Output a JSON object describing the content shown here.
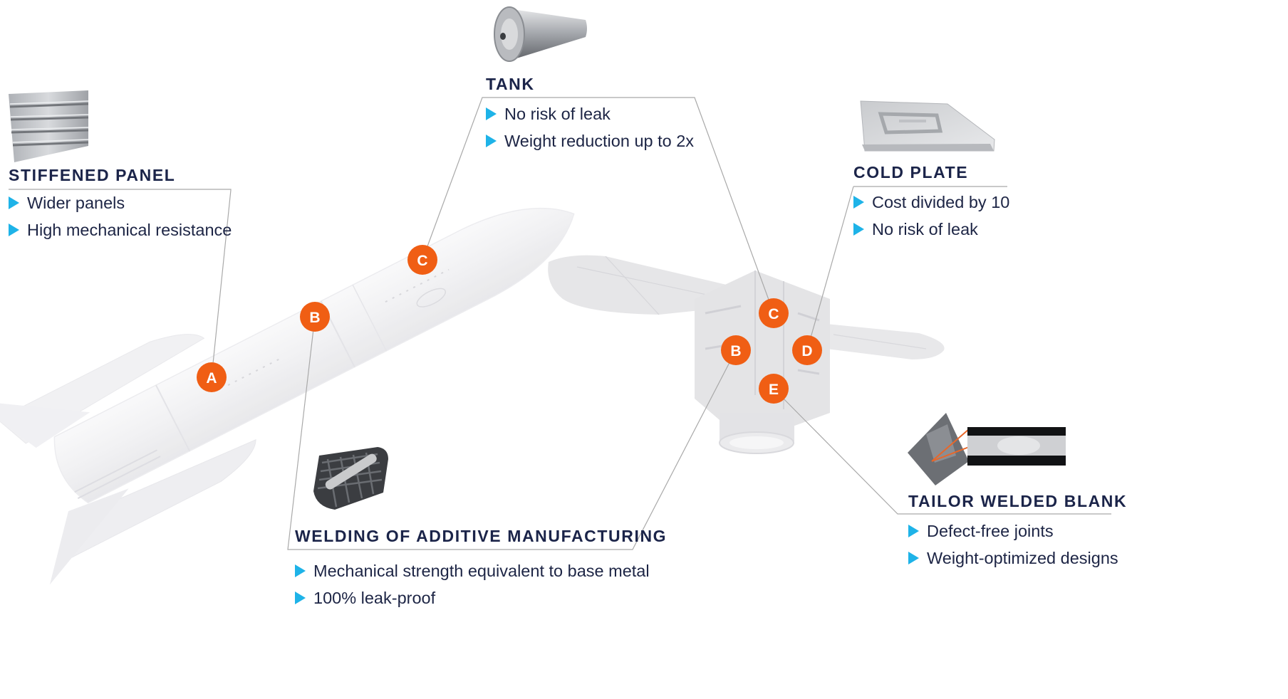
{
  "colors": {
    "marker": "#f05e14",
    "bullet": "#1eb3e8",
    "heading": "#1b2449",
    "leader_line": "#a9a9a9"
  },
  "sections": {
    "stiffened_panel": {
      "title": "STIFFENED PANEL",
      "icon": "stiffened-panel-photo-icon",
      "items": [
        "Wider panels",
        "High mechanical resistance"
      ]
    },
    "tank": {
      "title": "TANK",
      "icon": "tank-nose-cone-photo-icon",
      "items": [
        "No risk of leak",
        "Weight reduction up to 2x"
      ]
    },
    "cold_plate": {
      "title": "COLD PLATE",
      "icon": "cold-plate-photo-icon",
      "items": [
        "Cost divided by 10",
        "No risk of leak"
      ]
    },
    "welding_am": {
      "title": "WELDING OF ADDITIVE MANUFACTURING",
      "icon": "lattice-part-photo-icon",
      "items": [
        "Mechanical strength equivalent to base metal",
        "100% leak-proof"
      ]
    },
    "tailor_welded_blank": {
      "title": "TAILOR WELDED BLANK",
      "icon": "weld-cross-section-photo-icon",
      "items": [
        "Defect-free joints",
        "Weight-optimized designs"
      ]
    }
  },
  "markers": {
    "rocket": [
      "A",
      "B",
      "C"
    ],
    "satellite": [
      "B",
      "C",
      "D",
      "E"
    ]
  },
  "illustrations": {
    "rocket": "rocket-icon",
    "satellite": "satellite-icon"
  }
}
